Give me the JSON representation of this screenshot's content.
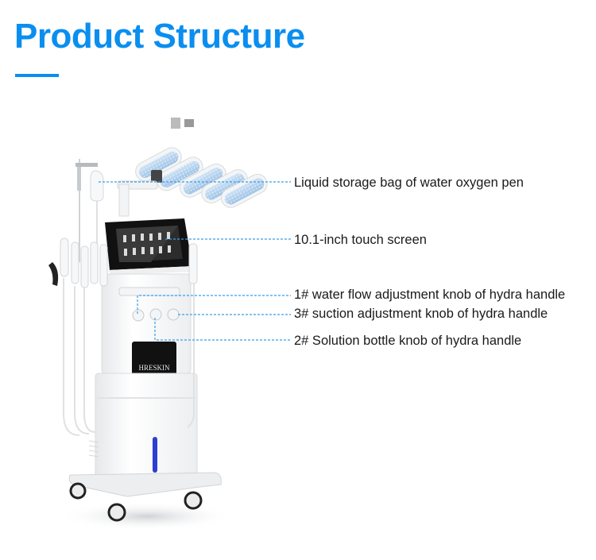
{
  "header": {
    "title": "Product Structure",
    "accent_color": "#0a8ef0"
  },
  "diagram": {
    "subject": "HRESKIN hydra facial machine",
    "brand_panel_text": "HRESKIN",
    "leader_line_color": "#3a9ee8",
    "callouts": [
      {
        "id": "liquid-bag",
        "label": "Liquid storage bag of water oxygen pen"
      },
      {
        "id": "touch-screen",
        "label": "10.1-inch touch screen"
      },
      {
        "id": "knob-1",
        "label": "1# water flow adjustment knob of hydra handle"
      },
      {
        "id": "knob-3",
        "label": "3# suction adjustment knob of hydra handle"
      },
      {
        "id": "knob-2",
        "label": "2# Solution bottle knob of hydra handle"
      }
    ]
  }
}
